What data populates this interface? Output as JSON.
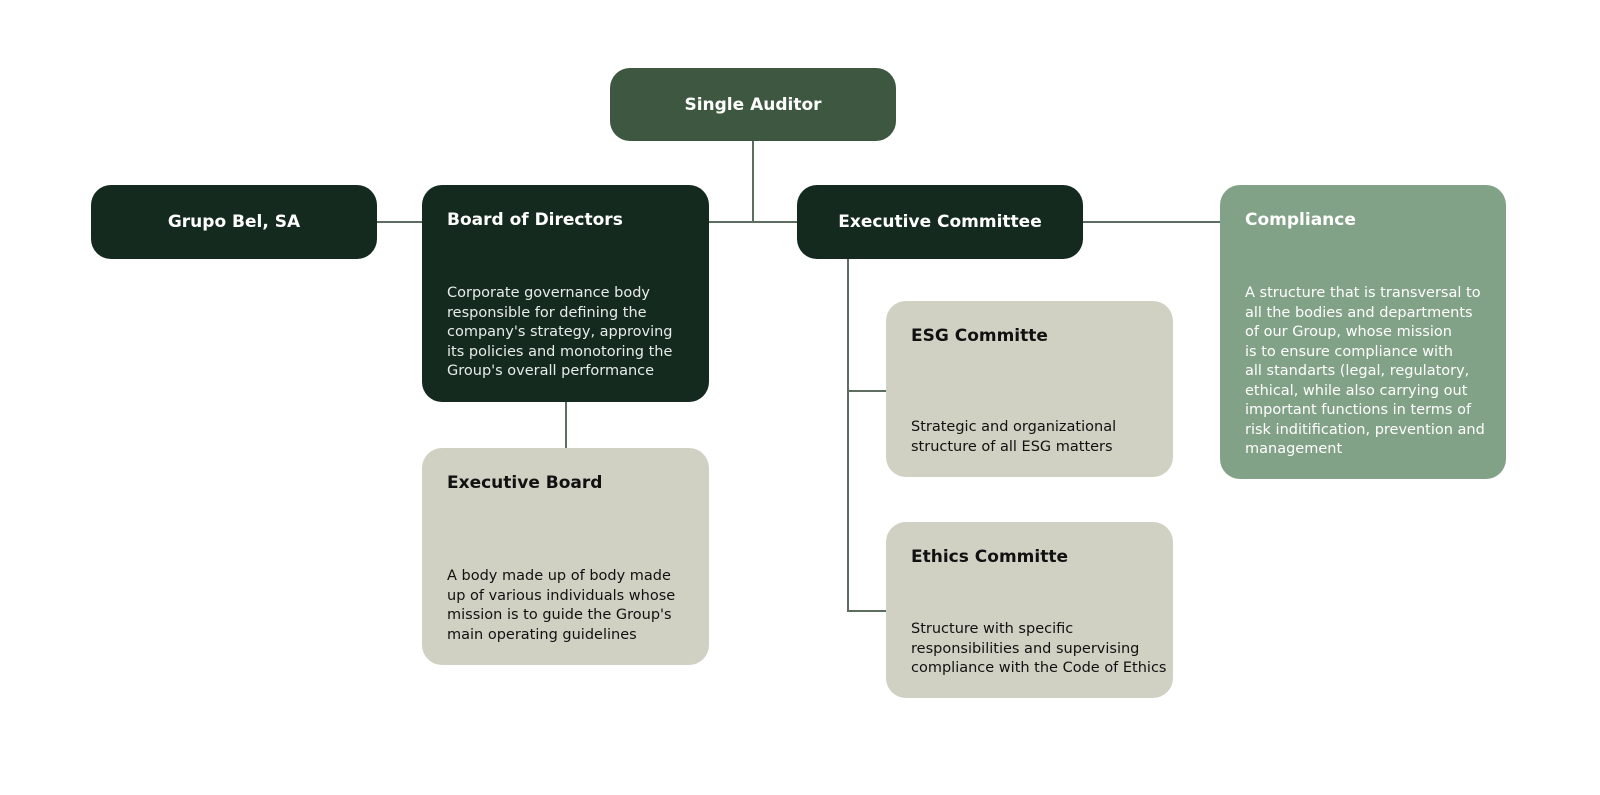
{
  "single_auditor": {
    "title": "Single Auditor"
  },
  "grupo_bel": {
    "title": "Grupo Bel, SA"
  },
  "board": {
    "title": "Board of Directors",
    "lines": [
      "Corporate governance body",
      "responsible for defining the",
      "company's strategy, approving",
      "its policies and monotoring the",
      "Group's overall performance"
    ]
  },
  "exec_committee": {
    "title": "Executive Committee"
  },
  "compliance": {
    "title": "Compliance",
    "lines": [
      "A structure that is transversal to",
      "all the bodies and departments",
      "of our Group, whose mission",
      "is to ensure compliance with",
      "all standarts (legal, regulatory,",
      "ethical, while also carrying out",
      "important functions in terms of",
      "risk inditification, prevention and",
      "management"
    ]
  },
  "exec_board": {
    "title": "Executive Board",
    "lines": [
      "A body made up of body made",
      "up of various individuals whose",
      "mission is to guide the Group's",
      "main operating guidelines"
    ]
  },
  "esg": {
    "title": "ESG Committe",
    "lines": [
      "Strategic and organizational",
      "structure of all ESG matters"
    ]
  },
  "ethics": {
    "title": "Ethics Committe",
    "lines": [
      "Structure with specific",
      "responsibilities and supervising",
      "compliance with the Code of Ethics"
    ]
  }
}
